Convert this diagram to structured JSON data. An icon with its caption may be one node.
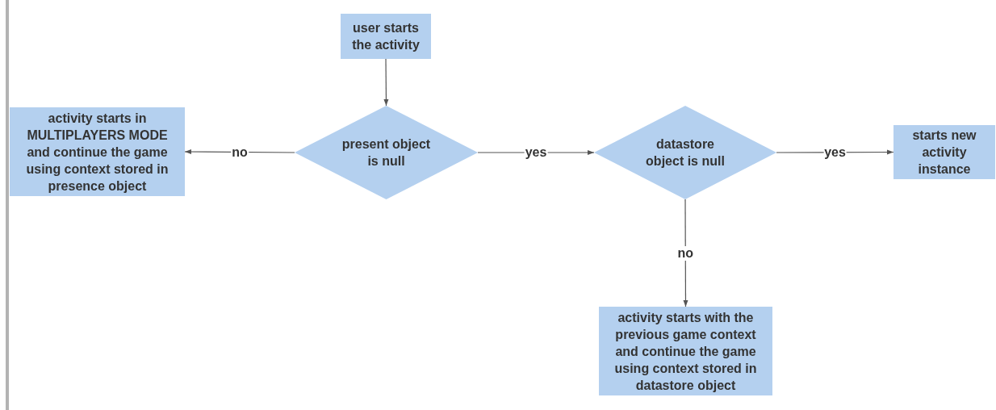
{
  "diagram": {
    "nodes": [
      {
        "text": [
          "user starts the activity"
        ]
      },
      {
        "text": [
          "present object is null"
        ]
      },
      {
        "text": [
          "activity starts in MULTIPLAYERS MODE and continue the game using context stored in presence object"
        ]
      },
      {
        "text": [
          "datastore object is null"
        ]
      },
      {
        "text": [
          "starts new activity instance"
        ]
      },
      {
        "text": [
          "activity starts with the previous game context and continue the game using context stored in datastore object"
        ]
      }
    ],
    "edges": [
      {
        "from": 0,
        "to": 1,
        "arrow": "to"
      },
      {
        "from": 1,
        "to": 2,
        "arrow": "to",
        "label": "no"
      },
      {
        "from": 1,
        "to": 3,
        "arrow": "to",
        "label": "yes"
      },
      {
        "from": 3,
        "to": 4,
        "arrow": "to",
        "label": "yes"
      },
      {
        "from": 3,
        "to": 5,
        "arrow": "to",
        "label": "no"
      }
    ]
  }
}
